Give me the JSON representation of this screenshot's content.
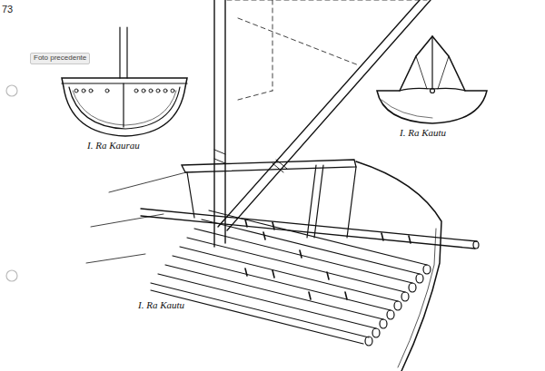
{
  "diagram": {
    "labels": [
      "73",
      "Foto precedente",
      "I. Ra Kaurau",
      "I. Ra Kautu",
      "I. Ra Kautu"
    ]
  }
}
